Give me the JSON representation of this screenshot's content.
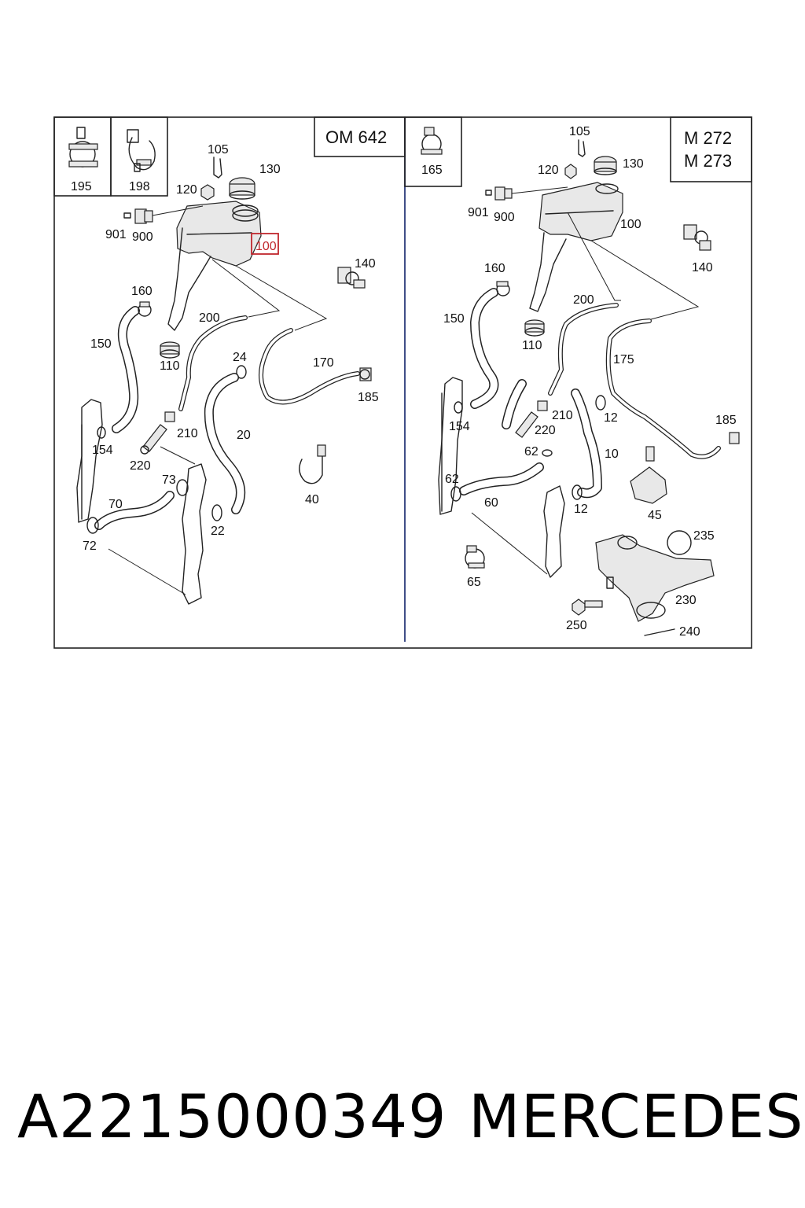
{
  "diagram": {
    "left_panel": {
      "engine_label": "OM 642",
      "inset_labels": [
        "195",
        "198"
      ],
      "highlighted_part": "100",
      "callouts": [
        "105",
        "130",
        "120",
        "901",
        "900",
        "140",
        "160",
        "200",
        "150",
        "110",
        "24",
        "170",
        "185",
        "154",
        "210",
        "20",
        "220",
        "73",
        "40",
        "70",
        "22",
        "72"
      ]
    },
    "right_panel": {
      "engine_label_line1": "M 272",
      "engine_label_line2": "M 273",
      "inset_labels": [
        "165"
      ],
      "callouts": [
        "105",
        "120",
        "130",
        "901",
        "900",
        "100",
        "140",
        "160",
        "200",
        "150",
        "110",
        "175",
        "210",
        "12",
        "154",
        "220",
        "185",
        "62",
        "10",
        "62",
        "60",
        "12",
        "45",
        "235",
        "65",
        "230",
        "250",
        "240"
      ]
    }
  },
  "footer": {
    "part_number": "A2215000349",
    "brand": "MERCEDES"
  },
  "colors": {
    "highlight": "#c0272d",
    "divider": "#2a3a7a",
    "line": "#222222"
  }
}
